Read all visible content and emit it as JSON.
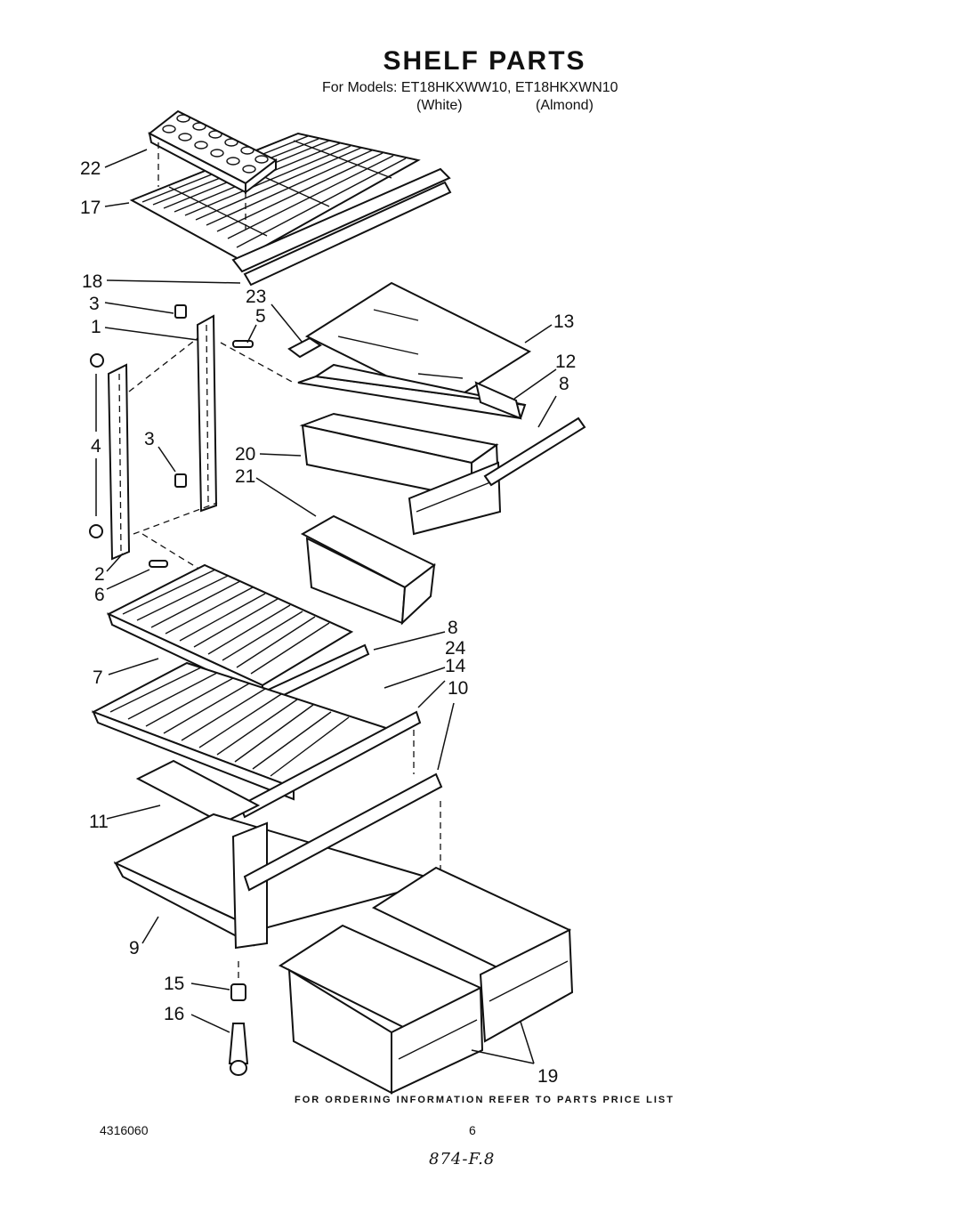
{
  "header": {
    "title": "SHELF PARTS",
    "models_line": "For Models: ET18HKXWW10, ET18HKXWN10",
    "variant_white": "(White)",
    "variant_almond": "(Almond)"
  },
  "callouts": {
    "c22": "22",
    "c17": "17",
    "c18": "18",
    "c3a": "3",
    "c23": "23",
    "c5": "5",
    "c1": "1",
    "c13": "13",
    "c12": "12",
    "c8a": "8",
    "c3b": "3",
    "c20": "20",
    "c21": "21",
    "c4": "4",
    "c2": "2",
    "c6": "6",
    "c8b": "8",
    "c24": "24",
    "c7": "7",
    "c14": "14",
    "c10": "10",
    "c11": "11",
    "c9": "9",
    "c15": "15",
    "c16": "16",
    "c19": "19"
  },
  "footer": {
    "ordering_note": "FOR ORDERING INFORMATION REFER TO PARTS PRICE LIST",
    "document_number": "4316060",
    "page_number": "6",
    "handwritten_note": "874-F.8"
  }
}
